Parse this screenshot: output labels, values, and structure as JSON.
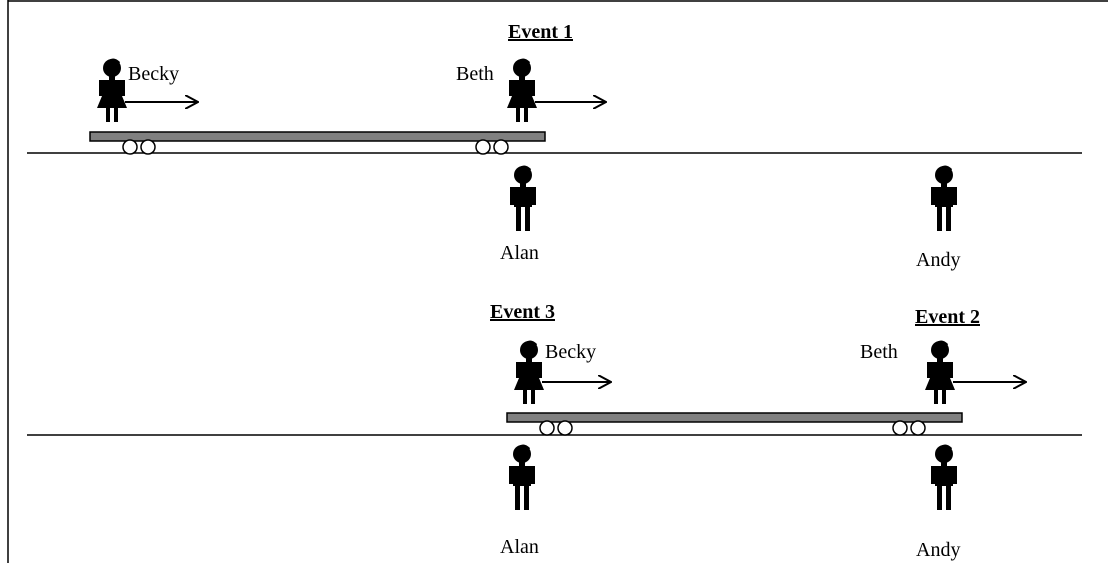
{
  "events": {
    "event1": "Event 1",
    "event2": "Event 2",
    "event3": "Event 3"
  },
  "names": {
    "becky": "Becky",
    "beth": "Beth",
    "alan": "Alan",
    "andy": "Andy"
  },
  "colors": {
    "ink": "#000000",
    "train_fill": "#808080",
    "background": "#ffffff"
  }
}
